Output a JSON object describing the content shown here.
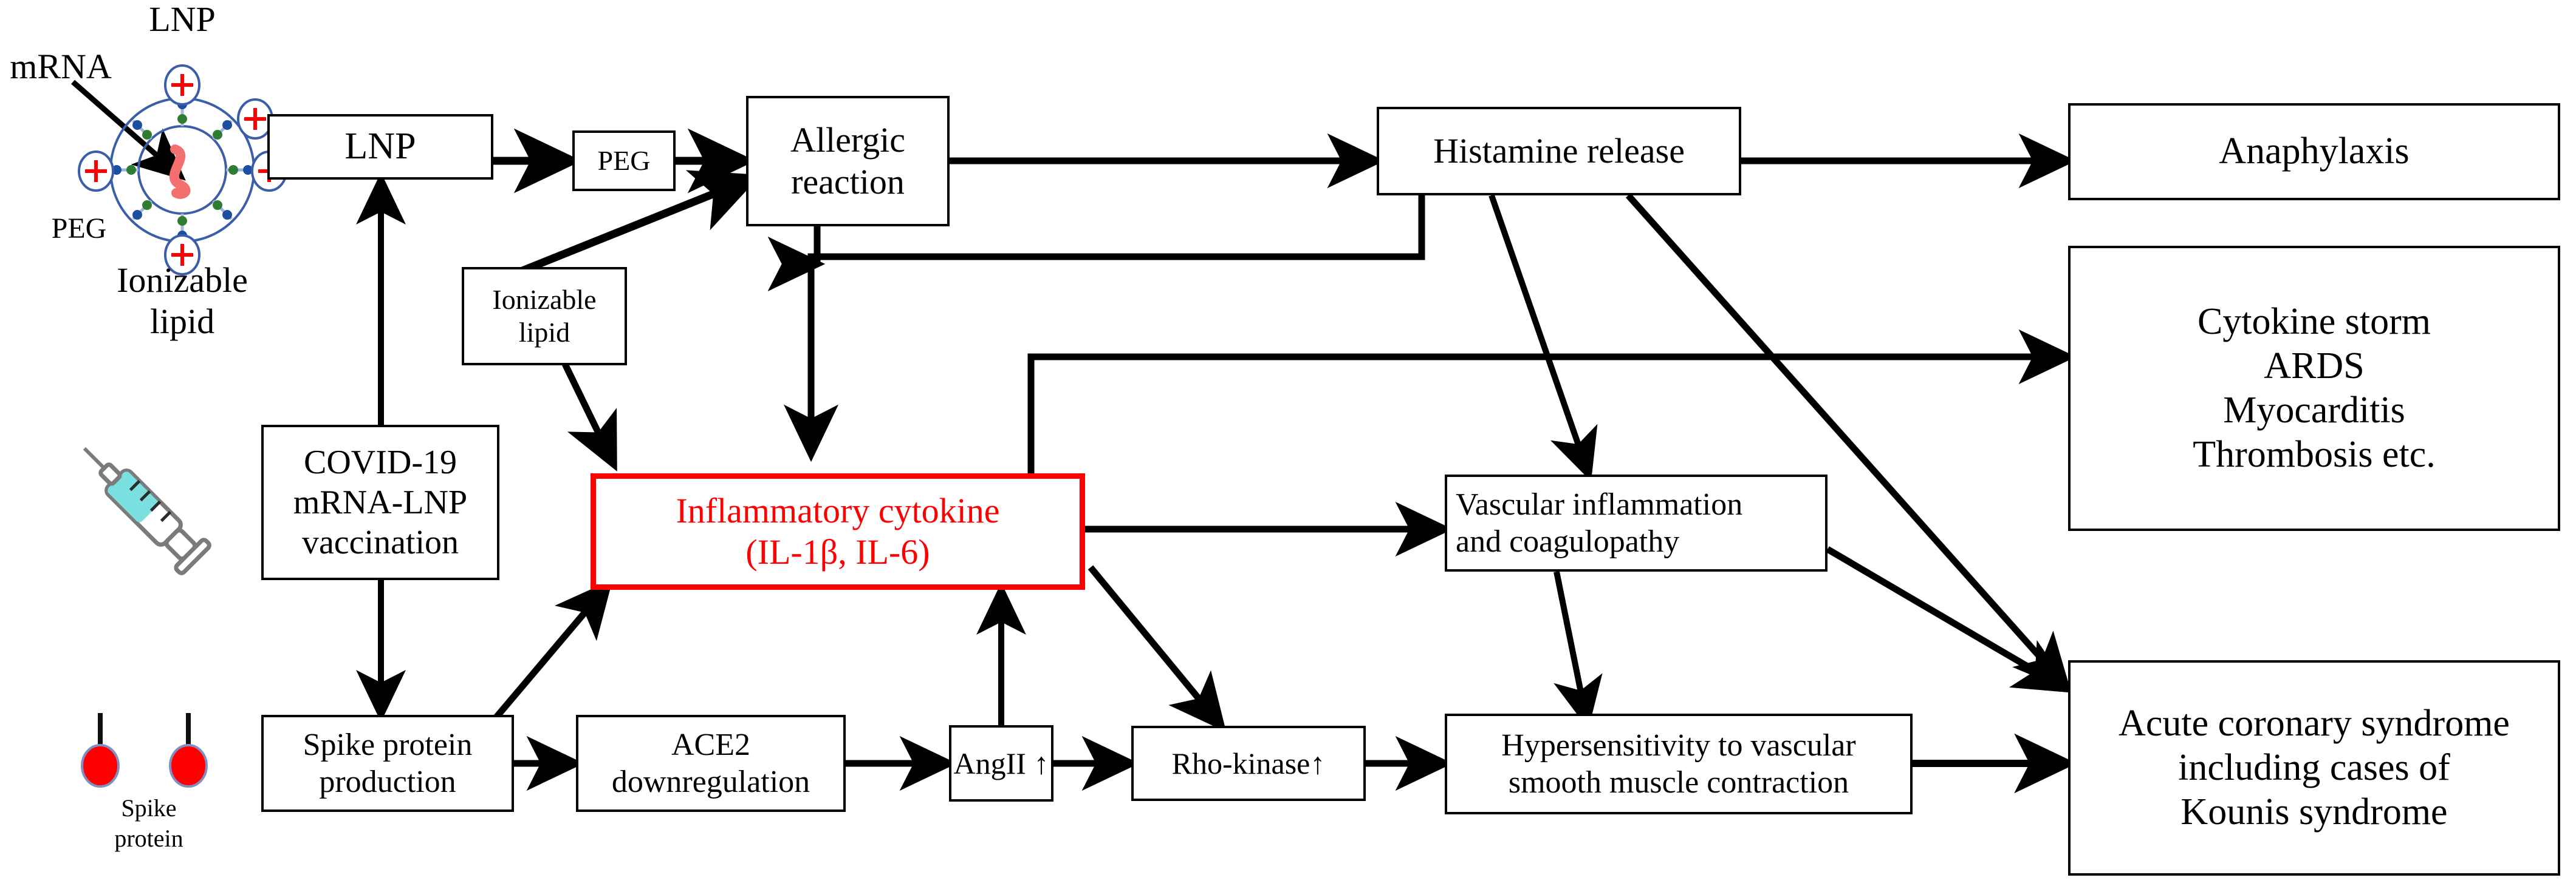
{
  "diagram": {
    "title": "COVID-19 mRNA-LNP vaccination adverse pathway diagram",
    "accent_red": "#ff0000",
    "line_color": "#000000",
    "background": "#ffffff"
  },
  "illustration_labels": {
    "lnp": "LNP",
    "mrna": "mRNA",
    "peg": "PEG",
    "ionizable_lipid_line1": "Ionizable",
    "ionizable_lipid_line2": "lipid",
    "spike_protein_line1": "Spike",
    "spike_protein_line2": "protein"
  },
  "icons": {
    "lnp_particle": "lnp-nanoparticle-icon",
    "syringe": "syringe-icon",
    "spike_protein": "spike-protein-icon"
  },
  "nodes": [
    {
      "id": "lnp",
      "label": "LNP"
    },
    {
      "id": "peg",
      "label": "PEG"
    },
    {
      "id": "allergic",
      "line1": "Allergic",
      "line2": "reaction"
    },
    {
      "id": "histamine",
      "label": "Histamine release"
    },
    {
      "id": "anaphylaxis",
      "label": "Anaphylaxis"
    },
    {
      "id": "ionizable",
      "line1": "Ionizable",
      "line2": "lipid"
    },
    {
      "id": "covid",
      "line1": "COVID-19",
      "line2": "mRNA-LNP",
      "line3": "vaccination"
    },
    {
      "id": "cytokine",
      "line1": "Inflammatory cytokine",
      "line2": "(IL-1β, IL-6)"
    },
    {
      "id": "storm",
      "line1": "Cytokine storm",
      "line2": "ARDS",
      "line3": "Myocarditis",
      "line4": "Thrombosis etc."
    },
    {
      "id": "vascular",
      "line1": "Vascular inflammation",
      "line2": "and coagulopathy"
    },
    {
      "id": "spike",
      "line1": "Spike protein",
      "line2": "production"
    },
    {
      "id": "ace2",
      "line1": "ACE2",
      "line2": "downregulation"
    },
    {
      "id": "angii",
      "label": "AngII ↑"
    },
    {
      "id": "rho",
      "label": "Rho-kinase↑"
    },
    {
      "id": "hypersens",
      "line1": "Hypersensitivity to vascular",
      "line2": "smooth muscle contraction"
    },
    {
      "id": "acs",
      "line1": "Acute coronary syndrome",
      "line2": "including cases of",
      "line3": "Kounis syndrome"
    }
  ],
  "edges": [
    {
      "from": "lnp",
      "to": "peg"
    },
    {
      "from": "peg",
      "to": "allergic"
    },
    {
      "from": "allergic",
      "to": "histamine"
    },
    {
      "from": "histamine",
      "to": "anaphylaxis"
    },
    {
      "from": "histamine",
      "to": "vascular"
    },
    {
      "from": "histamine",
      "to": "storm"
    },
    {
      "from": "histamine",
      "to": "acs"
    },
    {
      "from": "ionizable",
      "to": "lnp"
    },
    {
      "from": "ionizable",
      "to": "allergic"
    },
    {
      "from": "ionizable",
      "to": "cytokine"
    },
    {
      "from": "covid",
      "to": "lnp"
    },
    {
      "from": "covid",
      "to": "spike"
    },
    {
      "from": "spike",
      "to": "cytokine"
    },
    {
      "from": "spike",
      "to": "ace2"
    },
    {
      "from": "ace2",
      "to": "angii"
    },
    {
      "from": "angii",
      "to": "rho"
    },
    {
      "from": "angii",
      "to": "cytokine"
    },
    {
      "from": "cytokine",
      "to": "rho"
    },
    {
      "from": "cytokine",
      "to": "vascular"
    },
    {
      "from": "cytokine",
      "to": "storm"
    },
    {
      "from": "rho",
      "to": "hypersens"
    },
    {
      "from": "vascular",
      "to": "hypersens"
    },
    {
      "from": "vascular",
      "to": "acs"
    },
    {
      "from": "hypersens",
      "to": "acs"
    },
    {
      "from": "allergic",
      "to": "cytokine"
    }
  ]
}
